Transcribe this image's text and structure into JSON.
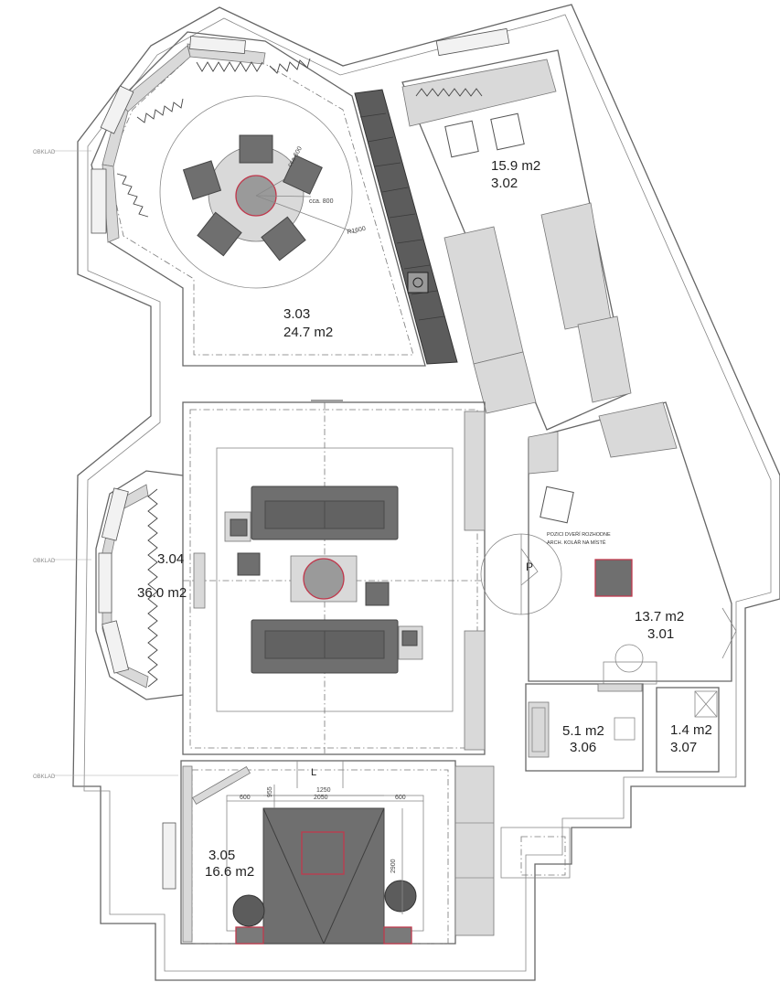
{
  "rooms": {
    "r303": {
      "number": "3.03",
      "area": "24.7  m2"
    },
    "r302": {
      "area": "15.9  m2",
      "number": "3.02"
    },
    "r304": {
      "number": "3.04",
      "area": "36.0  m2"
    },
    "r301": {
      "area": "13.7  m2",
      "number": "3.01"
    },
    "r306": {
      "area": "5.1 m2",
      "number": "3.06"
    },
    "r307": {
      "area": "1.4 m2",
      "number": "3.07"
    },
    "r305": {
      "number": "3.05",
      "area": "16.6  m2"
    }
  },
  "side_labels": {
    "top": "OBKLAD",
    "middle": "OBKLAD",
    "bottom": "OBKLAD"
  },
  "dimensions": {
    "cca600": "cca 600",
    "cca800": "cca. 800",
    "r1600": "R1600",
    "d1250": "1250",
    "d2050": "2050",
    "d600a": "600",
    "d600b": "600",
    "d955": "955",
    "d2900": "2900"
  },
  "door_marks": {
    "p": "P",
    "l": "L"
  },
  "notes": {
    "door_line1": "POZICI DVEŘÍ ROZHODNE",
    "door_line2": "ARCH. KOLÁŘ NA MÍSTĚ"
  },
  "colors": {
    "accent": "#c0394d",
    "furniture_dark": "#6f6f6f",
    "furniture_light": "#d9d9d9"
  }
}
